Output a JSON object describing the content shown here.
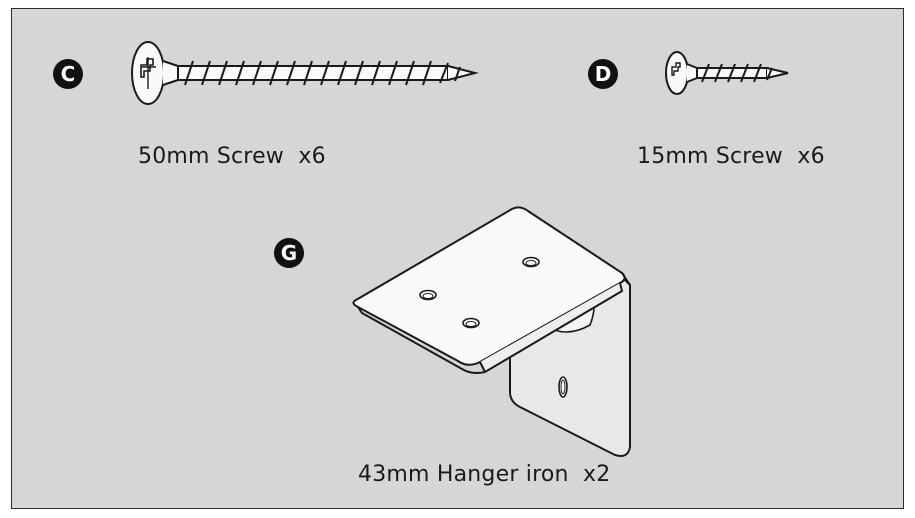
{
  "parts": [
    {
      "id": "C",
      "label": "50mm Screw  x6",
      "icon": "long-screw-icon"
    },
    {
      "id": "D",
      "label": "15mm Screw  x6",
      "icon": "short-screw-icon"
    },
    {
      "id": "G",
      "label": "43mm Hanger iron  x2",
      "icon": "hanger-iron-bracket-icon"
    }
  ],
  "colors": {
    "panel_bg": "#d6d6d6",
    "line": "#1a1a1a",
    "badge": "#111111"
  }
}
